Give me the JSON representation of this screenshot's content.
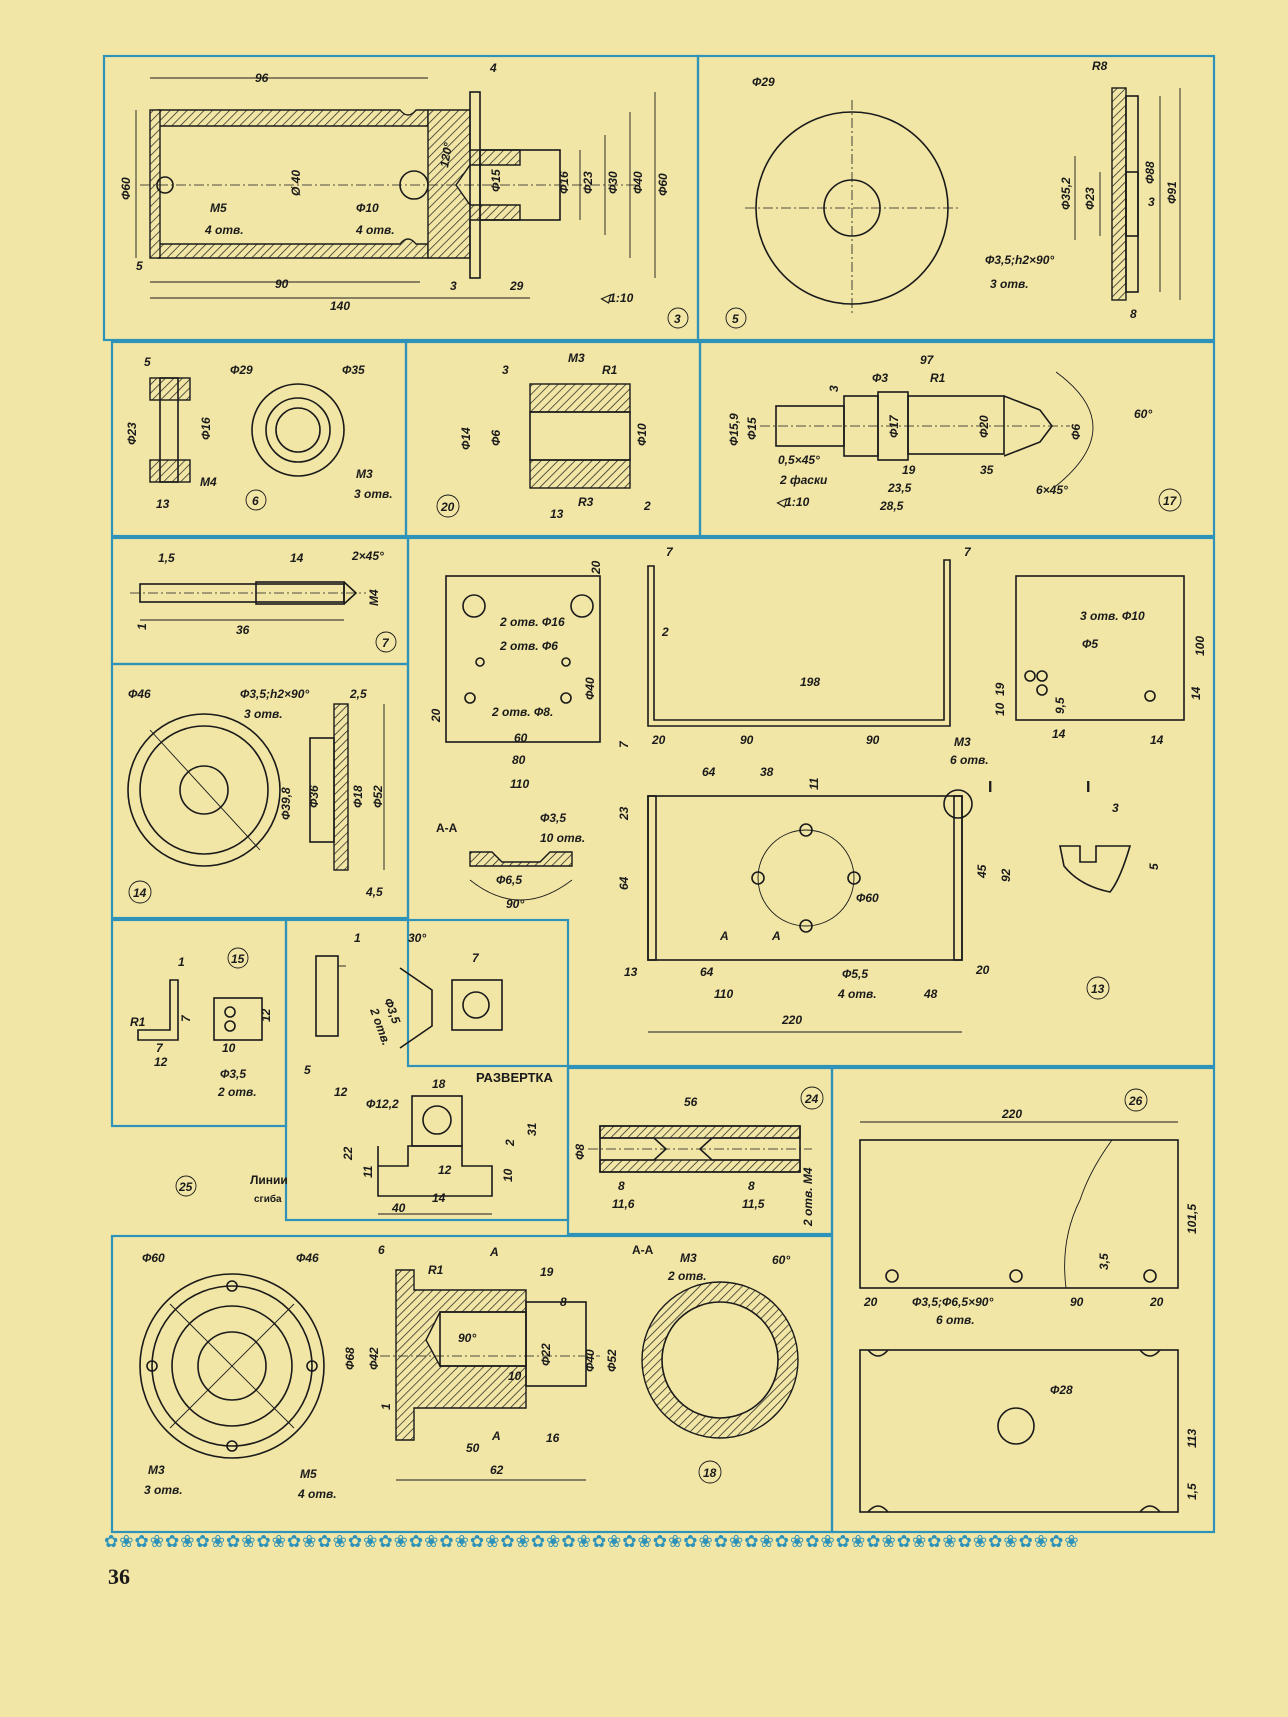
{
  "page_number": "36",
  "ornament": "✿❀✿❀✿❀✿❀✿❀✿❀✿❀✿❀✿❀✿❀✿❀✿❀✿❀✿❀✿❀✿❀✿❀✿❀✿❀✿❀✿❀✿❀✿❀✿❀✿❀✿❀✿❀✿❀✿❀✿❀✿❀✿❀",
  "parts": {
    "p3": {
      "num": "3",
      "d96": "96",
      "d4": "4",
      "dphi60a": "Ф60",
      "m5": "М5",
      "m5n": "4 отв.",
      "d40": "Ø 40",
      "phi10": "Ф10",
      "phi10n": "4 отв.",
      "a120": "120°",
      "phi15": "Ф15",
      "phi16": "Ф16",
      "phi23": "Ф23",
      "phi30": "Ф30",
      "phi40": "Ф40",
      "phi60": "Ф60",
      "d5": "5",
      "d90": "90",
      "d3": "3",
      "d29": "29",
      "d140": "140",
      "taper": "◁1:10"
    },
    "p5": {
      "num": "5",
      "phi29": "Ф29",
      "r8": "R8",
      "phi352": "Ф35,2",
      "phi23": "Ф23",
      "phi88": "Ф88",
      "phi91": "Ф91",
      "d3": "3",
      "d8": "8",
      "holes": "Ф3,5;h2×90°",
      "holesn": "3 отв."
    },
    "p6": {
      "num": "6",
      "d5": "5",
      "phi29": "Ф29",
      "phi35": "Ф35",
      "phi23": "Ф23",
      "phi16": "Ф16",
      "m4": "М4",
      "d13": "13",
      "m3": "М3",
      "m3n": "3 отв."
    },
    "p20": {
      "num": "20",
      "d3": "3",
      "m3": "М3",
      "r1": "R1",
      "phi14": "Ф14",
      "phi6": "Ф6",
      "phi10": "Ф10",
      "r3": "R3",
      "d13": "13",
      "d2": "2"
    },
    "p17": {
      "num": "17",
      "d97": "97",
      "d3": "3",
      "phi3": "Ф3",
      "r1": "R1",
      "phi159": "Ф15,9",
      "phi15": "Ф15",
      "phi17": "Ф17",
      "phi20": "Ф20",
      "phi6": "Ф6",
      "a60": "60°",
      "ch": "0,5×45°",
      "ch2": "2 фаски",
      "taper": "◁1:10",
      "d19": "19",
      "d35": "35",
      "d235": "23,5",
      "d285": "28,5",
      "ch6": "6×45°"
    },
    "p7": {
      "num": "7",
      "d15": "1,5",
      "d14": "14",
      "ch": "2×45°",
      "m4": "М4",
      "d1": "1",
      "d36": "36"
    },
    "p13": {
      "num": "13",
      "d20a": "20",
      "h2": "2 отв. Ф16",
      "h6": "2 отв. Ф6",
      "h8": "2 отв. Ф8.",
      "phi40": "Ф40",
      "d20b": "20",
      "d60": "60",
      "d80": "80",
      "d110": "110",
      "d7a": "7",
      "d2": "2",
      "d198": "198",
      "d20c": "20",
      "d90a": "90",
      "d90b": "90",
      "m3": "М3",
      "m3n": "6 отв.",
      "d7b": "7",
      "d7c": "7",
      "h10": "3 отв. Ф10",
      "phi5": "Ф5",
      "d100": "100",
      "d10": "10",
      "d19": "19",
      "d95": "9,5",
      "d14a": "14",
      "d14b": "14",
      "d14c": "14",
      "aa": "А-А",
      "phi35": "Ф3,5",
      "phi35n": "10 отв.",
      "phi65": "Ф6,5",
      "a90": "90°",
      "d64a": "64",
      "d38": "38",
      "d11": "11",
      "I": "I",
      "I2": "I",
      "d3": "3",
      "d5": "5",
      "d23": "23",
      "d64b": "64",
      "d45": "45",
      "d92": "92",
      "phi60": "Ф60",
      "phi55": "Ф5,5",
      "phi55n": "4 отв.",
      "A1": "А",
      "A2": "А",
      "d13": "13",
      "d64c": "64",
      "d110b": "110",
      "d20d": "20",
      "d48": "48",
      "d220": "220"
    },
    "p14": {
      "num": "14",
      "phi46": "Ф46",
      "holes": "Ф3,5;h2×90°",
      "holesn": "3 отв.",
      "d25": "2,5",
      "phi398": "Ф39,8",
      "phi36": "Ф36",
      "phi18": "Ф18",
      "phi52": "Ф52",
      "d45": "4,5"
    },
    "p15": {
      "num": "15",
      "r1": "R1",
      "d1": "1",
      "d7a": "7",
      "d7b": "7",
      "d12a": "12",
      "d12b": "12",
      "d10": "10",
      "phi35": "Ф3,5",
      "phi35n": "2 отв."
    },
    "p25": {
      "num": "25",
      "d1": "1",
      "a30": "30°",
      "phi35": "Ф3,5",
      "phi35n": "2 отв.",
      "d7": "7",
      "d5": "5",
      "d12": "12",
      "razv": "РАЗВЕРТКА",
      "d18": "18",
      "phi122": "Ф12,2",
      "d2": "2",
      "d31": "31",
      "d22": "22",
      "d11": "11",
      "d12b": "12",
      "d10": "10",
      "d40": "40",
      "d14": "14",
      "lines1": "Линии",
      "lines2": "сгиба"
    },
    "p24": {
      "num": "24",
      "d56": "56",
      "phi8": "Ф8",
      "d8a": "8",
      "d8b": "8",
      "d116a": "11,6",
      "d116b": "11,5",
      "m4": "2 отв. М4"
    },
    "p26": {
      "num": "26",
      "d220": "220",
      "d1015": "101,5",
      "d35": "3,5",
      "d20a": "20",
      "holes": "Ф3,5;Ф6,5×90°",
      "holesn": "6 отв.",
      "d90": "90",
      "d20b": "20",
      "phi28": "Ф28",
      "d113": "113",
      "d15": "1,5"
    },
    "p18": {
      "num": "18",
      "phi60": "Ф60",
      "phi46": "Ф46",
      "m3": "М3",
      "m3n": "3 отв.",
      "m5": "М5",
      "m5n": "4 отв.",
      "d6": "6",
      "r1": "R1",
      "A1": "А",
      "d19": "19",
      "d8": "8",
      "phi68": "Ф68",
      "phi42": "Ф42",
      "a90": "90°",
      "d10": "10",
      "phi22": "Ф22",
      "phi40": "Ф40",
      "phi52": "Ф52",
      "d1": "1",
      "d50": "50",
      "A2": "А",
      "d16": "16",
      "d62": "62",
      "aa": "А-А",
      "m3b": "М3",
      "m3bn": "2 отв.",
      "a60": "60°"
    }
  }
}
